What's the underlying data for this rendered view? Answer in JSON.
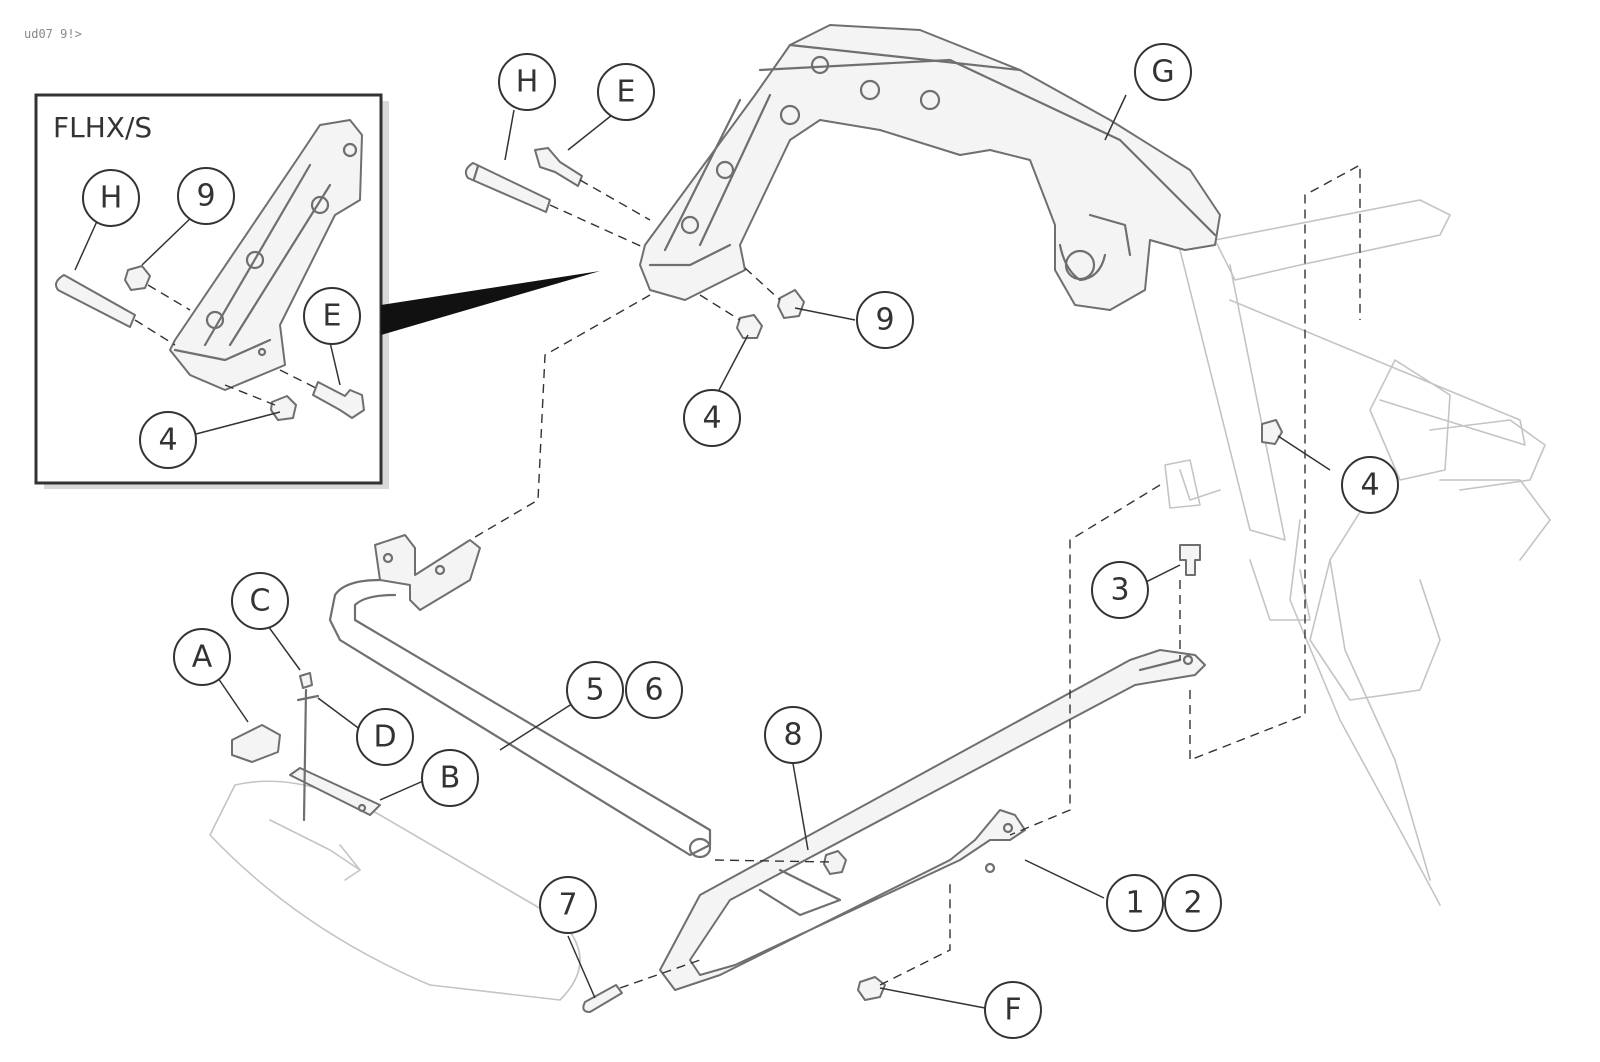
{
  "figure_code": "ud07 9!>",
  "inset": {
    "title": "FLHX/S"
  },
  "callouts": {
    "c_1": "1",
    "c_2": "2",
    "c_3": "3",
    "c_4_top": "4",
    "c_4_right": "4",
    "c_4_inset": "4",
    "c_5": "5",
    "c_6": "6",
    "c_7": "7",
    "c_8": "8",
    "c_9_top": "9",
    "c_9_inset": "9",
    "c_A": "A",
    "c_B": "B",
    "c_C": "C",
    "c_D": "D",
    "c_E_top": "E",
    "c_E_inset": "E",
    "c_F": "F",
    "c_G": "G",
    "c_H_top": "H",
    "c_H_inset": "H"
  }
}
